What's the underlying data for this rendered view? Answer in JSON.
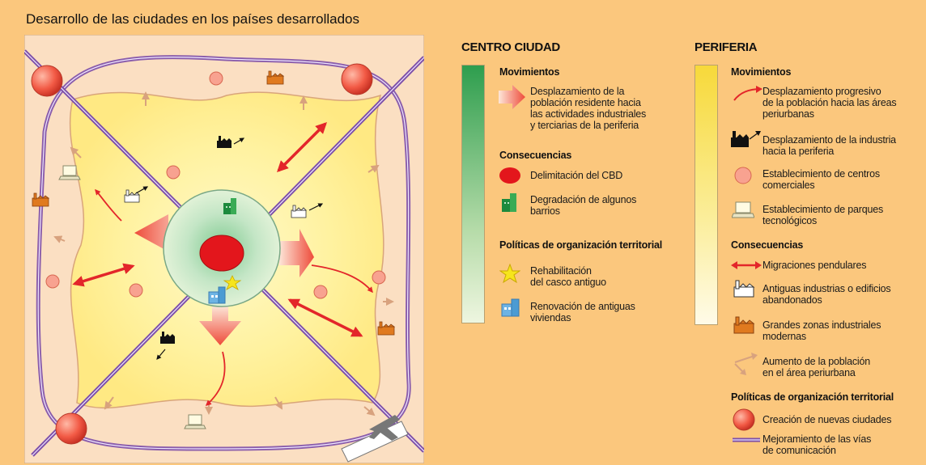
{
  "title": "Desarrollo de las ciudades en los países desarrollados",
  "colors": {
    "background": "#fbc77d",
    "map_bg": "#fbdfc2",
    "urban": "#fff4b0",
    "center_green": "#2e9e4e",
    "periphery_yellow": "#f7d93a",
    "red": "#e3262a",
    "purple": "#7d4fa8"
  },
  "centro": {
    "heading": "CENTRO CIUDAD",
    "movimientos_label": "Movimientos",
    "movimientos_item": [
      "Desplazamiento de la",
      "población residente hacia",
      "las actividades industriales",
      "y terciarias de la periferia"
    ],
    "consecuencias_label": "Consecuencias",
    "consecuencias": [
      {
        "icon": "red-ellipse-icon",
        "lines": [
          "Delimitación del CBD"
        ]
      },
      {
        "icon": "green-building-icon",
        "lines": [
          "Degradación de algunos",
          "barrios"
        ]
      }
    ],
    "politicas_label": "Políticas de organización territorial",
    "politicas": [
      {
        "icon": "yellow-star-icon",
        "lines": [
          "Rehabilitación",
          "del casco antiguo"
        ]
      },
      {
        "icon": "blue-building-icon",
        "lines": [
          "Renovación de antiguas",
          "viviendas"
        ]
      }
    ]
  },
  "periferia": {
    "heading": "PERIFERIA",
    "movimientos_label": "Movimientos",
    "movimientos": [
      {
        "icon": "red-curved-arrow-icon",
        "lines": [
          "Desplazamiento progresivo",
          "de la población hacia las áreas",
          "periurbanas"
        ]
      },
      {
        "icon": "factory-arrow-icon",
        "lines": [
          "Desplazamiento de la industria",
          "hacia la periferia"
        ]
      },
      {
        "icon": "pink-circle-icon",
        "lines": [
          "Establecimiento de centros",
          "comerciales"
        ]
      },
      {
        "icon": "computer-icon",
        "lines": [
          "Establecimiento de parques",
          "tecnológicos"
        ]
      }
    ],
    "consecuencias_label": "Consecuencias",
    "consecuencias": [
      {
        "icon": "double-arrow-icon",
        "lines": [
          "Migraciones pendulares"
        ]
      },
      {
        "icon": "white-factory-icon",
        "lines": [
          "Antiguas industrias o edificios",
          "abandonados"
        ]
      },
      {
        "icon": "orange-factory-icon",
        "lines": [
          "Grandes zonas industriales",
          "modernas"
        ]
      },
      {
        "icon": "brown-arrows-icon",
        "lines": [
          "Aumento de la población",
          "en el área periurbana"
        ]
      }
    ],
    "politicas_label": "Políticas de organización territorial",
    "politicas": [
      {
        "icon": "new-city-icon",
        "lines": [
          "Creación de nuevas ciudades"
        ]
      },
      {
        "icon": "purple-road-icon",
        "lines": [
          "Mejoramiento de las vías",
          "de comunicación"
        ]
      }
    ]
  }
}
